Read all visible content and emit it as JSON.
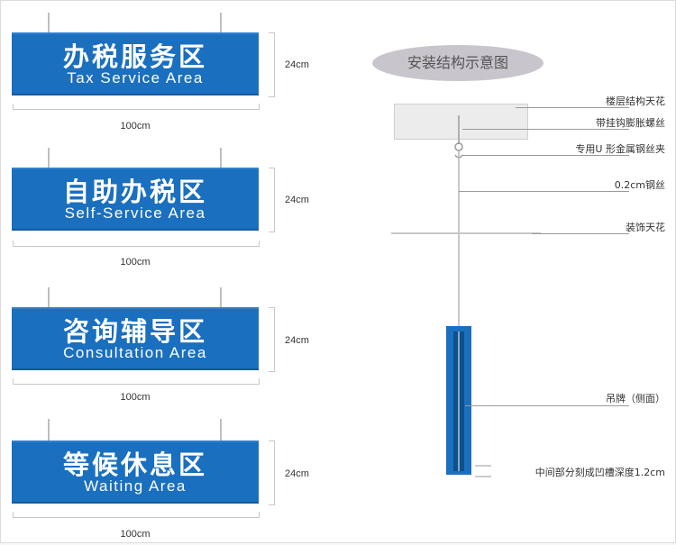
{
  "signs": [
    {
      "cn": "办税服务区",
      "en": "Tax Service Area",
      "height_label": "24cm",
      "width_label": "100cm"
    },
    {
      "cn": "自助办税区",
      "en": "Self-Service Area",
      "height_label": "24cm",
      "width_label": "100cm"
    },
    {
      "cn": "咨询辅导区",
      "en": "Consultation Area",
      "height_label": "24cm",
      "width_label": "100cm"
    },
    {
      "cn": "等候休息区",
      "en": "Waiting Area",
      "height_label": "24cm",
      "width_label": "100cm"
    }
  ],
  "diagram": {
    "title": "安装结构示意图",
    "labels": {
      "floor_slab": "楼层结构天花",
      "hook_bolt": "带挂钩膨胀螺丝",
      "u_clamp": "专用U 形金属钢丝夹",
      "wire": "0.2cm钢丝",
      "ceiling": "装饰天花",
      "sign_side": "吊牌（侧面）",
      "groove": "中间部分刻成凹槽深度1.2cm"
    },
    "colors": {
      "sign_blue": "#1a6fbf",
      "sign_dark": "#0f4f8c"
    }
  }
}
